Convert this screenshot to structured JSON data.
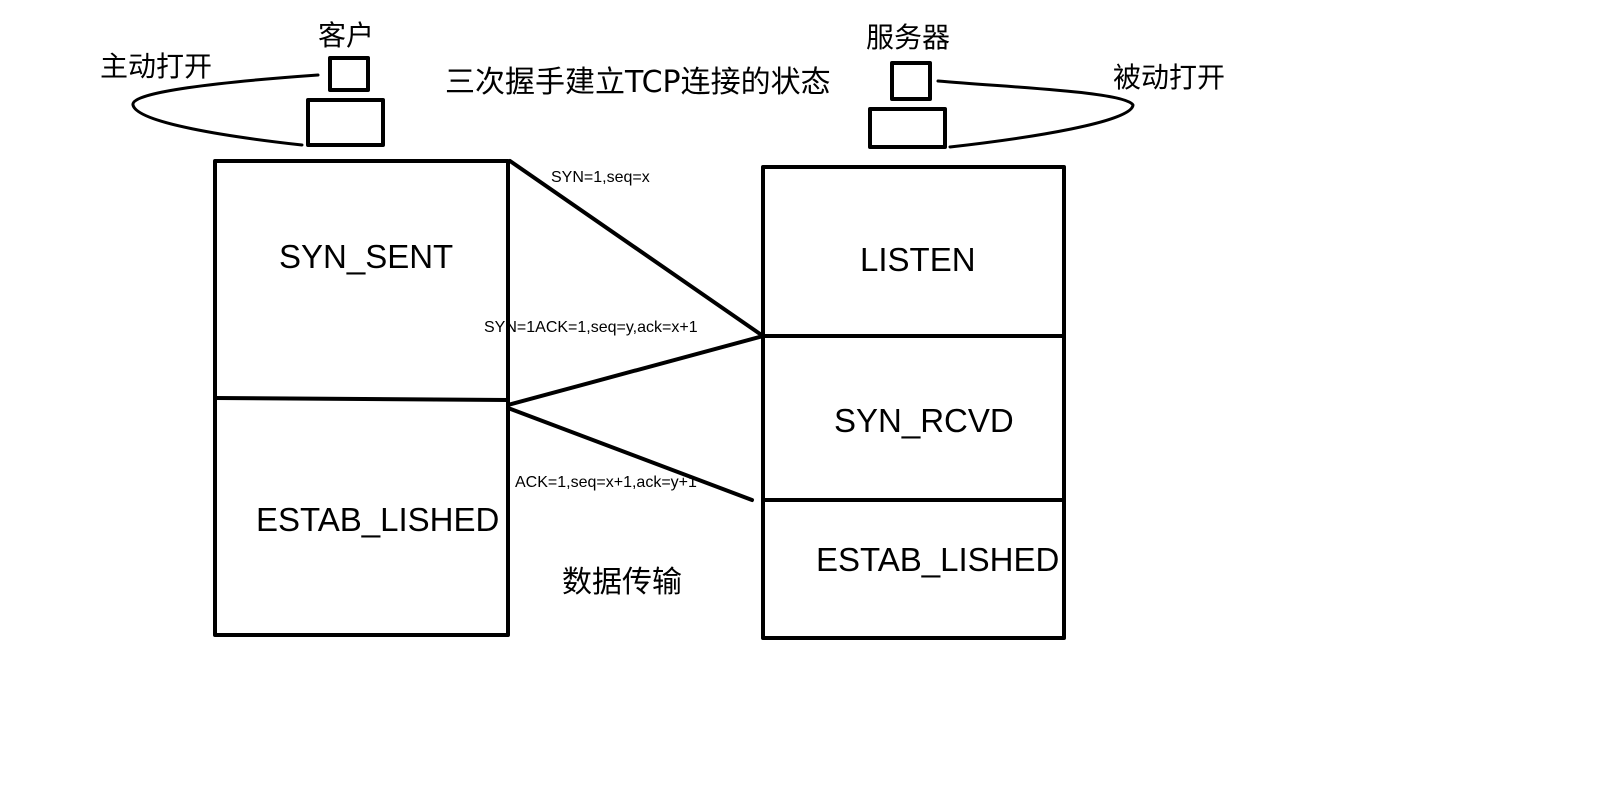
{
  "title": "三次握手建立TCP连接的状态",
  "client": {
    "label": "客户",
    "open_label": "主动打开",
    "states": [
      "SYN_SENT",
      "ESTAB_LISHED"
    ]
  },
  "server": {
    "label": "服务器",
    "open_label": "被动打开",
    "states": [
      "LISTEN",
      "SYN_RCVD",
      "ESTAB_LISHED"
    ]
  },
  "messages": [
    "SYN=1,seq=x",
    "SYN=1ACK=1,seq=y,ack=x+1",
    "ACK=1,seq=x+1,ack=y+1"
  ],
  "data_transfer_label": "数据传输"
}
